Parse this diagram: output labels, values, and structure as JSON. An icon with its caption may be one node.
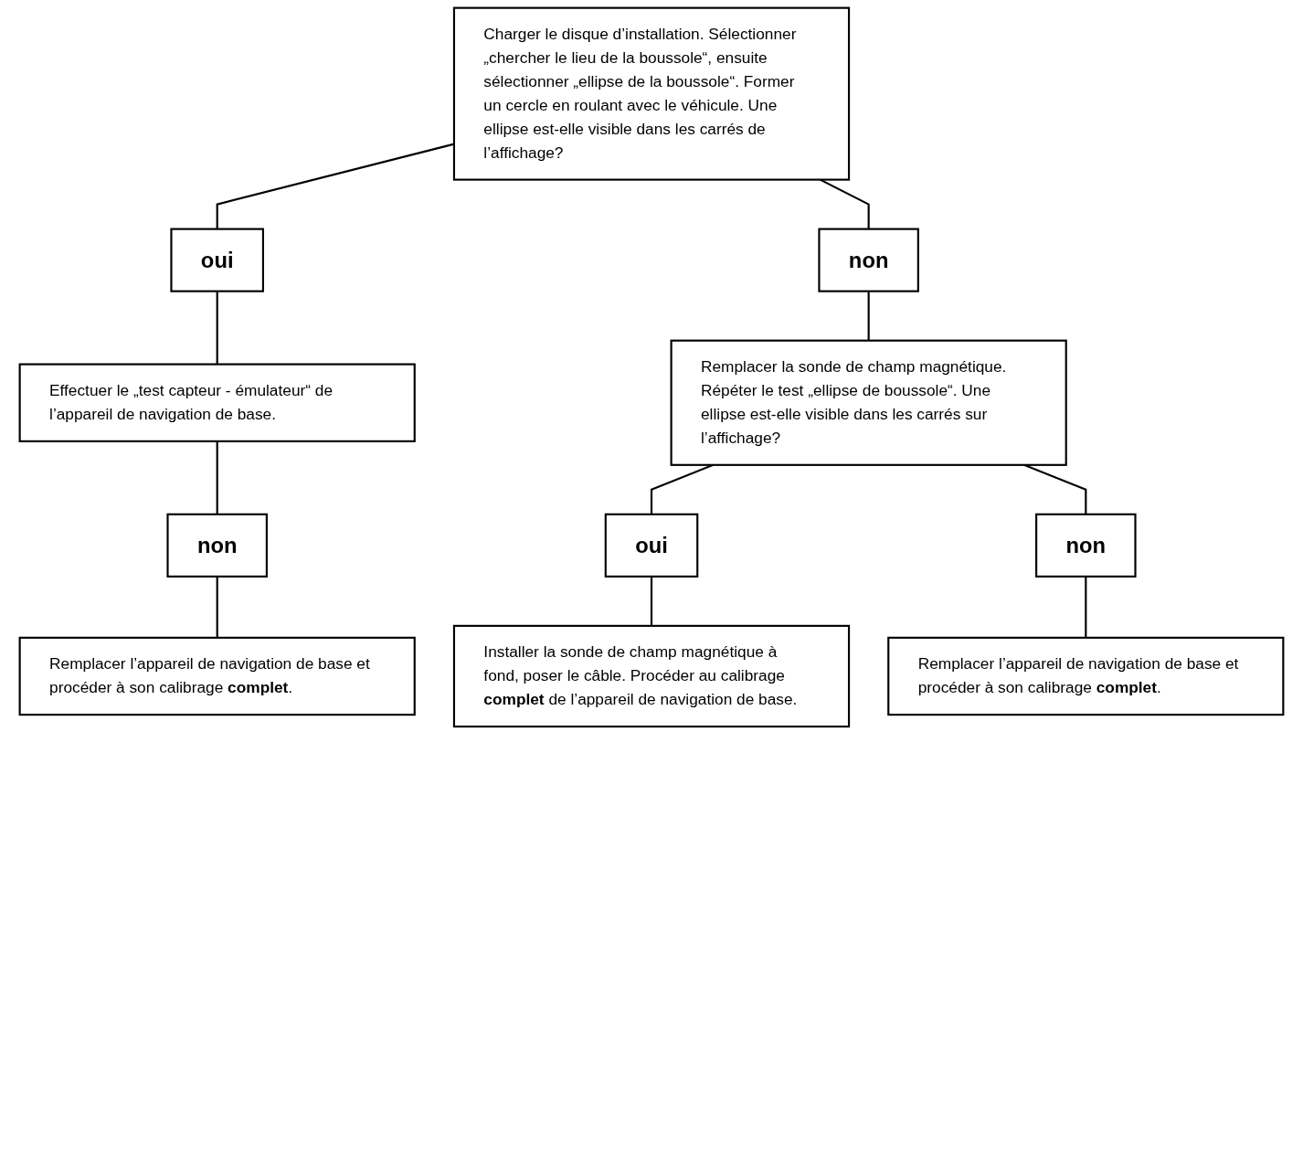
{
  "diagram": {
    "nodes": [
      {
        "text": [
          "Charger le disque d’installation. Sélectionner „chercher le lieu de la boussole“, ensuite sélectionner „ellipse de la boussole“. Former un cercle en roulant avec le véhicule. Une ellipse est-elle visible dans les carrés de l’affichage?"
        ]
      },
      {
        "text": [
          "oui"
        ]
      },
      {
        "text": [
          "non"
        ]
      },
      {
        "text": [
          "Effectuer le „test capteur - émulateur“ de l’appareil de navigation de base."
        ]
      },
      {
        "text": [
          "Remplacer la sonde de champ magnétique. Répéter le test „ellipse de boussole“. Une ellipse est-elle visible dans les carrés sur l’affichage?"
        ]
      },
      {
        "text": [
          "oui"
        ]
      },
      {
        "text": [
          "non"
        ]
      },
      {
        "text": [
          "Installer la sonde de champ magnétique à fond, poser le câble. Procéder au calibrage **complet** de l’appareil de navigation de base."
        ]
      },
      {
        "text": [
          "Remplacer l’appareil de navigation de base et procéder à son calibrage **complet**."
        ]
      },
      {
        "text": [
          "non"
        ]
      },
      {
        "text": [
          "Remplacer l’appareil de navigation de base et procéder à son calibrage **complet**."
        ]
      }
    ],
    "edges": [
      {
        "from": 0,
        "to": 1,
        "arrow": "none"
      },
      {
        "from": 0,
        "to": 2,
        "arrow": "none"
      },
      {
        "from": 1,
        "to": 3,
        "arrow": "none"
      },
      {
        "from": 2,
        "to": 4,
        "arrow": "none"
      },
      {
        "from": 4,
        "to": 5,
        "arrow": "none"
      },
      {
        "from": 4,
        "to": 6,
        "arrow": "none"
      },
      {
        "from": 5,
        "to": 7,
        "arrow": "none"
      },
      {
        "from": 6,
        "to": 8,
        "arrow": "none"
      },
      {
        "from": 3,
        "to": 9,
        "arrow": "none"
      },
      {
        "from": 9,
        "to": 10,
        "arrow": "none"
      }
    ]
  }
}
